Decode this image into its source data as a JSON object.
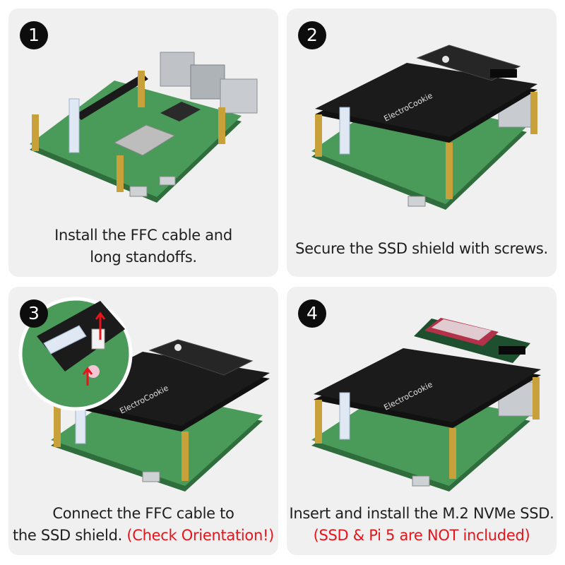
{
  "steps": [
    {
      "number": "1",
      "caption_line1": "Install the FFC cable and",
      "caption_line2": "long standoffs."
    },
    {
      "number": "2",
      "caption_line1": "Secure the SSD shield with screws."
    },
    {
      "number": "3",
      "caption_line1": "Connect the FFC cable to",
      "caption_line2_a": "the SSD shield. ",
      "caption_line2_b": "(Check Orientation!)"
    },
    {
      "number": "4",
      "caption_line1": "Insert and install the M.2 NVMe SSD.",
      "caption_line2": "(SSD & Pi 5 are NOT included)"
    }
  ],
  "shield_label": "ElectroCookie",
  "colors": {
    "panel": "#f0f0f0",
    "badge": "#0d0d0d",
    "text": "#1e1e1e",
    "warning": "#e8141b",
    "pcb_green": "#3f8a4e",
    "shield_black": "#1b1b1b",
    "standoff_brass": "#c9a13b"
  }
}
